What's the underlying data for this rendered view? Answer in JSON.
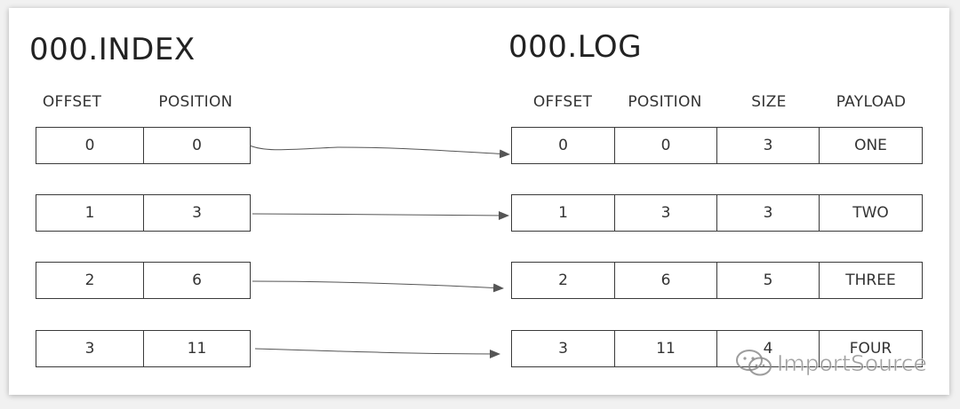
{
  "index": {
    "title": "000.INDEX",
    "headers": [
      "OFFSET",
      "POSITION"
    ],
    "rows": [
      {
        "offset": "0",
        "position": "0"
      },
      {
        "offset": "1",
        "position": "3"
      },
      {
        "offset": "2",
        "position": "6"
      },
      {
        "offset": "3",
        "position": "11"
      }
    ]
  },
  "log": {
    "title": "000.LOG",
    "headers": [
      "OFFSET",
      "POSITION",
      "SIZE",
      "PAYLOAD"
    ],
    "rows": [
      {
        "offset": "0",
        "position": "0",
        "size": "3",
        "payload": "ONE"
      },
      {
        "offset": "1",
        "position": "3",
        "size": "3",
        "payload": "TWO"
      },
      {
        "offset": "2",
        "position": "6",
        "size": "5",
        "payload": "THREE"
      },
      {
        "offset": "3",
        "position": "11",
        "size": "4",
        "payload": "FOUR"
      }
    ]
  },
  "watermark": {
    "text": "ImportSource",
    "icon": "wechat-icon"
  },
  "colors": {
    "line": "#3a3a3a",
    "arrow": "#555555",
    "background": "#ffffff"
  }
}
